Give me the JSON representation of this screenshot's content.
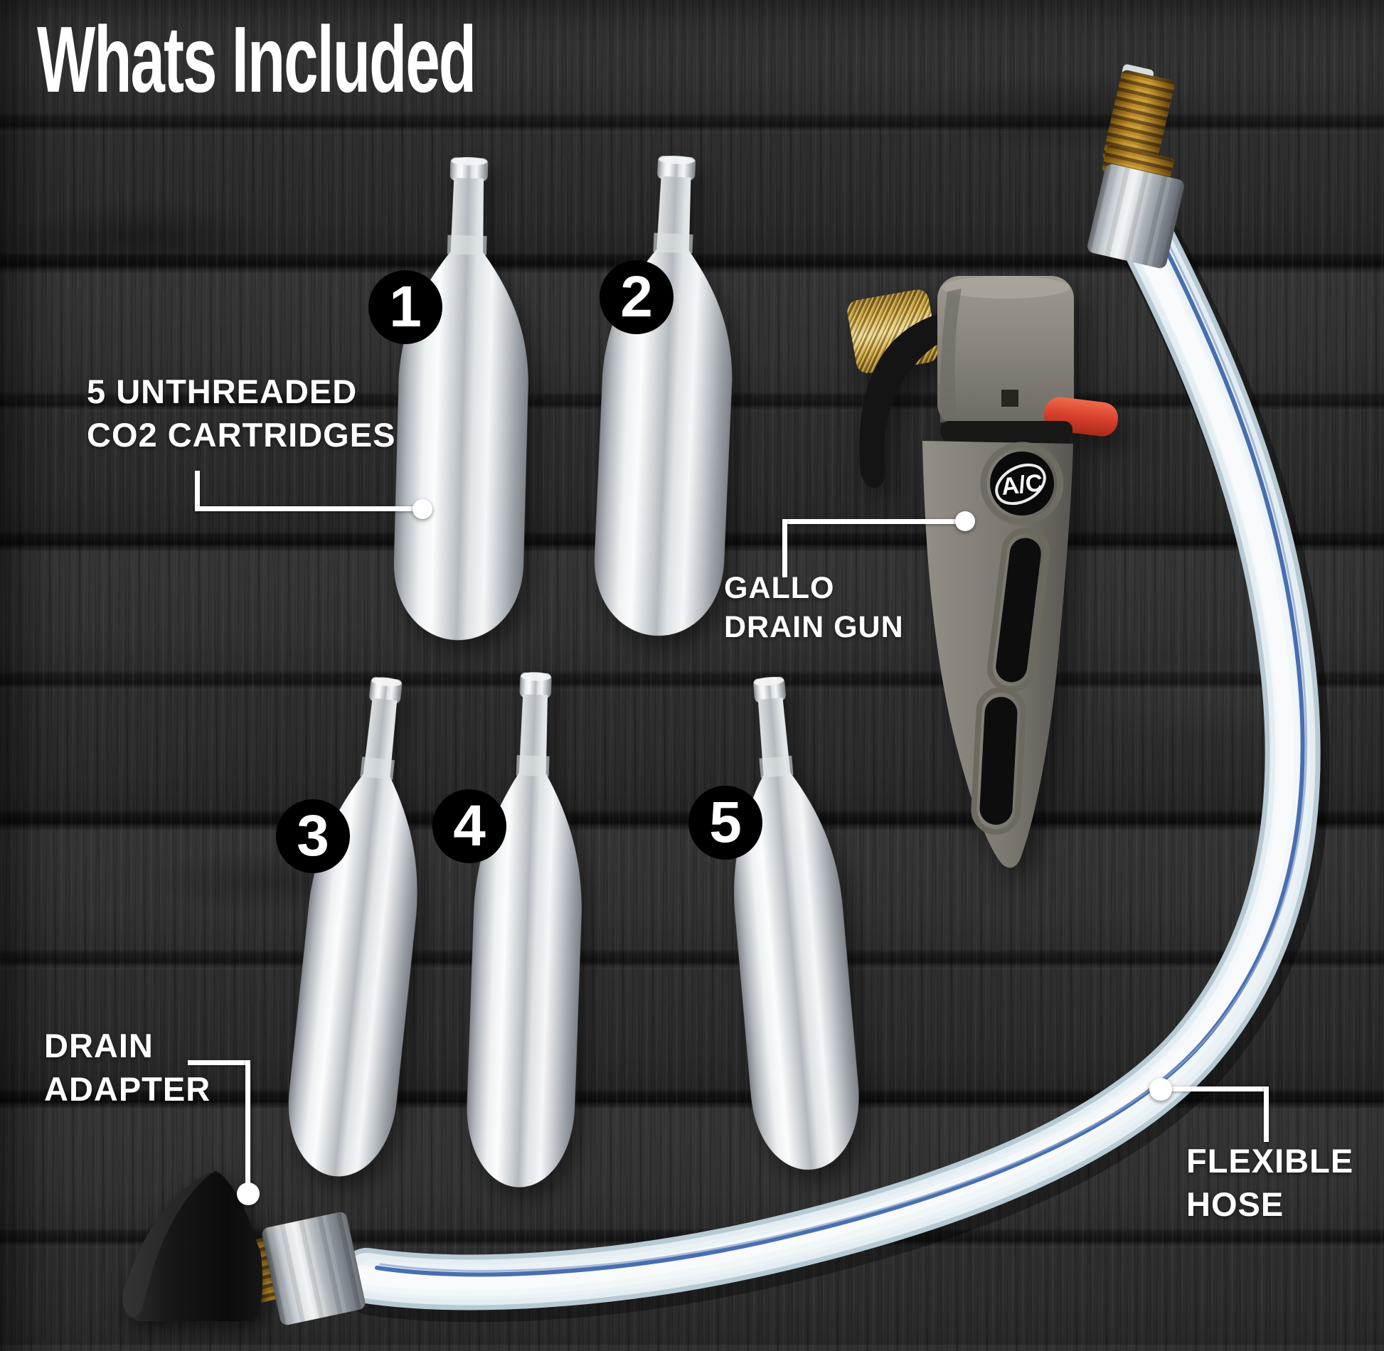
{
  "title": "Whats Included",
  "labels": {
    "co2": {
      "line1": "5 UNTHREADED",
      "line2": "CO2 CARTRIDGES"
    },
    "drain_gun": {
      "line1": "GALLO",
      "line2": "DRAIN GUN"
    },
    "drain_adapter": {
      "line1": "DRAIN",
      "line2": "ADAPTER"
    },
    "flexible_hose": {
      "line1": "FLEXIBLE",
      "line2": "HOSE"
    }
  },
  "badges": [
    "1",
    "2",
    "3",
    "4",
    "5"
  ],
  "gun": {
    "ac_badge": "A/C"
  },
  "colors": {
    "background_wood": "#2b2b2b",
    "plank_seam": "#0e0e0e",
    "label_text": "#ffffff",
    "badge_background": "#000000",
    "badge_text": "#ffffff",
    "cartridge_metal": "#d7dce0",
    "gun_body_gray": "#85817a",
    "trigger_black": "#141414",
    "brass": "#c89f36",
    "red_lever": "#d8402c",
    "hose_body": "#e3edf2",
    "hose_stripe_blue": "#3f66ac"
  }
}
